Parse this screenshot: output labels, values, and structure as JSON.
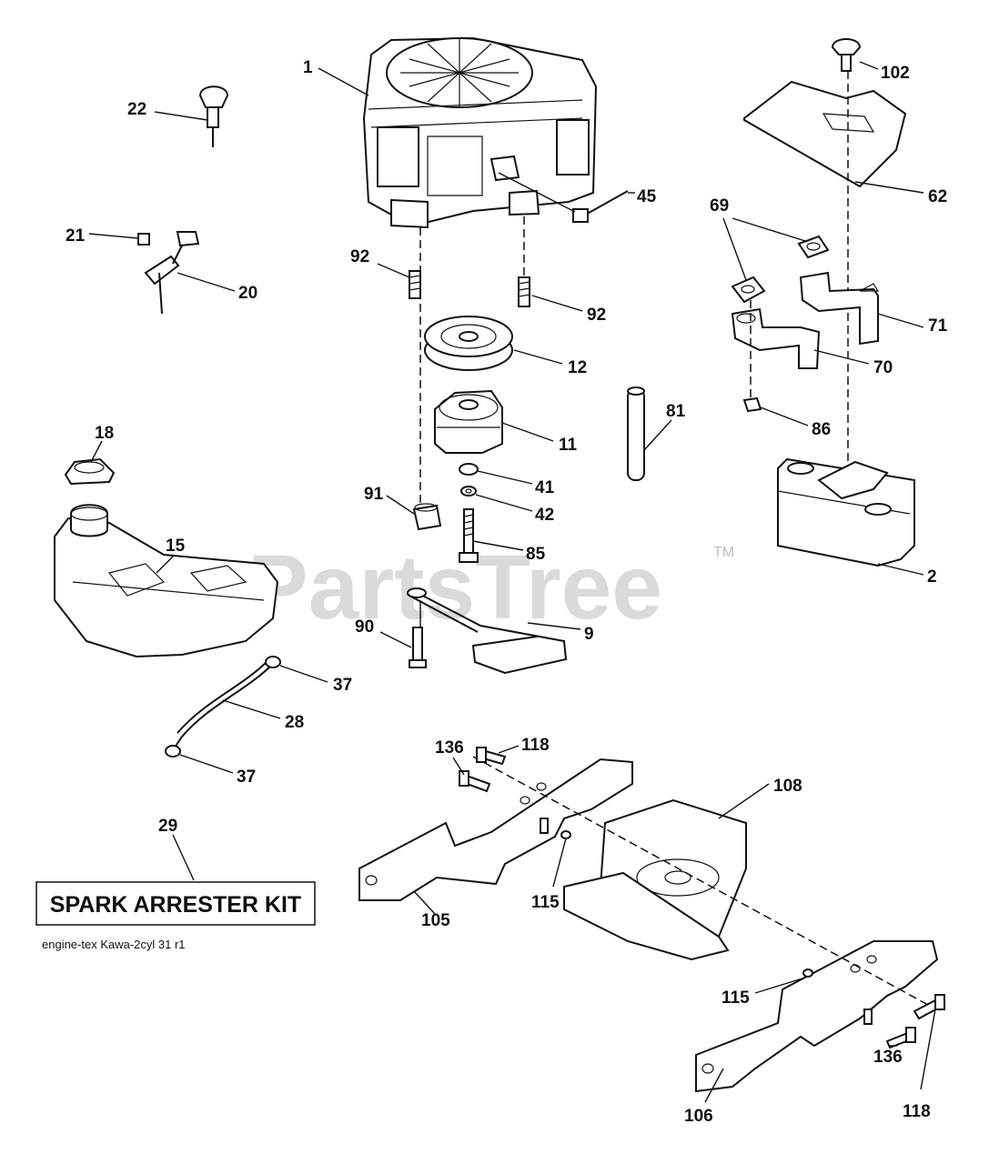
{
  "watermark": {
    "text": "PartsTree",
    "trademark": "TM"
  },
  "kit_box": {
    "label": "SPARK ARRESTER KIT"
  },
  "reference_code": "engine-tex  Kawa-2cyl  31  r1",
  "callouts": {
    "c1": "1",
    "c2": "2",
    "c9": "9",
    "c11": "11",
    "c12": "12",
    "c15": "15",
    "c18": "18",
    "c20": "20",
    "c21": "21",
    "c22": "22",
    "c28": "28",
    "c29": "29",
    "c37a": "37",
    "c37b": "37",
    "c41": "41",
    "c42": "42",
    "c45": "45",
    "c62": "62",
    "c69": "69",
    "c70": "70",
    "c71": "71",
    "c81": "81",
    "c85": "85",
    "c86": "86",
    "c90": "90",
    "c91": "91",
    "c92a": "92",
    "c92b": "92",
    "c102": "102",
    "c105": "105",
    "c106": "106",
    "c108": "108",
    "c115a": "115",
    "c115b": "115",
    "c118a": "118",
    "c118b": "118",
    "c136a": "136",
    "c136b": "136"
  }
}
